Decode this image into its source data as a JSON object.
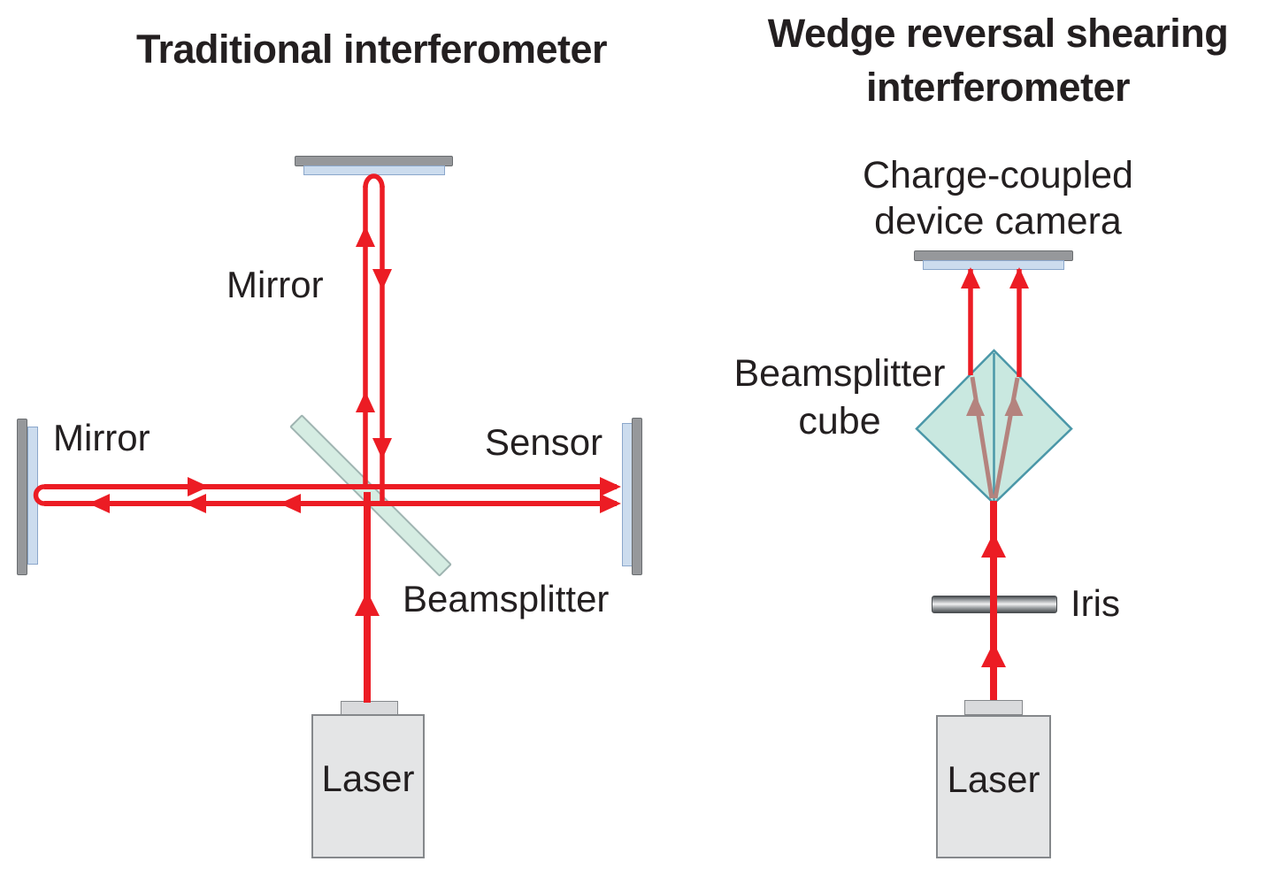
{
  "figure": {
    "type": "optical-schematic",
    "description": "Side-by-side comparison of two laser interferometer layouts"
  },
  "left_diagram": {
    "title": "Traditional interferometer",
    "labels": {
      "top_mirror": "Mirror",
      "left_mirror": "Mirror",
      "sensor": "Sensor",
      "beamsplitter": "Beamsplitter",
      "laser": "Laser"
    }
  },
  "right_diagram": {
    "title": "Wedge reversal shearing\ninterferometer",
    "labels": {
      "camera": "Charge-coupled\ndevice camera",
      "cube": "Beamsplitter\ncube",
      "iris": "Iris",
      "laser": "Laser"
    }
  },
  "colors": {
    "background": "#FFFFFF",
    "text": "#231F20",
    "beam": "#EC1C24",
    "beam_muted": "#B4837E",
    "plate_fill": "#D5ECE2",
    "plate_stroke": "#9FB4B1",
    "cube_fill": "#C9E8E0",
    "cube_stroke": "#4A97A8",
    "bar_gray": "#96989B",
    "bar_gray_stroke": "#6A6D70",
    "glass_fill": "#CCDCEE",
    "glass_stroke": "#8BA7CB",
    "laser_fill": "#E4E5E6",
    "laser_stroke": "#85888B",
    "iris_dark": "#4A4E51",
    "iris_light": "#F0F1F1"
  }
}
